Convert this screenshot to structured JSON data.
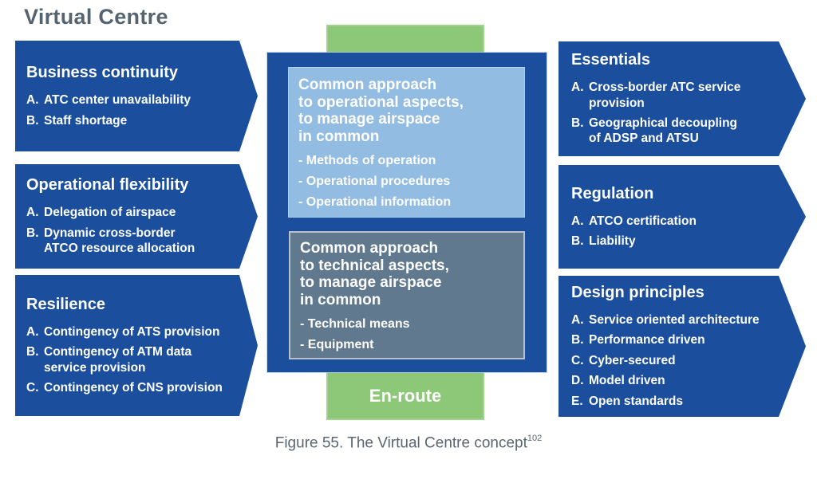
{
  "title": "Virtual Centre",
  "colors": {
    "dark_blue": "#1B4F9E",
    "light_blue": "#93BCE3",
    "slate_gray": "#61798E",
    "green": "#8CC878",
    "heading_gray": "#566470",
    "caption_gray": "#5A6672",
    "text_white": "#FFFFFF"
  },
  "left_column": [
    {
      "title": "Business continuity",
      "items": [
        {
          "label": "A.",
          "text": "ATC center unavailability"
        },
        {
          "label": "B.",
          "text": "Staff shortage"
        }
      ]
    },
    {
      "title": "Operational flexibility",
      "items": [
        {
          "label": "A.",
          "text": "Delegation of airspace"
        },
        {
          "label": "B.",
          "text": "Dynamic cross-border\nATCO resource allocation"
        }
      ]
    },
    {
      "title": "Resilience",
      "items": [
        {
          "label": "A.",
          "text": "Contingency of ATS provision"
        },
        {
          "label": "B.",
          "text": "Contingency of ATM data\nservice provision"
        },
        {
          "label": "C.",
          "text": "Contingency of CNS provision"
        }
      ]
    }
  ],
  "right_column": [
    {
      "title": "Essentials",
      "items": [
        {
          "label": "A.",
          "text": "Cross-border ATC service\nprovision"
        },
        {
          "label": "B.",
          "text": "Geographical decoupling\nof ADSP and ATSU"
        }
      ]
    },
    {
      "title": "Regulation",
      "items": [
        {
          "label": "A.",
          "text": "ATCO certification"
        },
        {
          "label": "B.",
          "text": "Liability"
        }
      ]
    },
    {
      "title": "Design principles",
      "items": [
        {
          "label": "A.",
          "text": "Service oriented architecture"
        },
        {
          "label": "B.",
          "text": "Performance driven"
        },
        {
          "label": "C.",
          "text": "Cyber-secured"
        },
        {
          "label": "D.",
          "text": "Model driven"
        },
        {
          "label": "E.",
          "text": "Open standards"
        }
      ]
    }
  ],
  "center": {
    "operational_box": {
      "heading_lines": [
        "Common approach",
        "to operational aspects,",
        "to manage airspace",
        "in common"
      ],
      "bullets": [
        "- Methods of operation",
        "- Operational procedures",
        "- Operational information"
      ]
    },
    "technical_box": {
      "heading_lines": [
        "Common approach",
        "to technical aspects,",
        "to manage airspace",
        "in common"
      ],
      "bullets": [
        "- Technical means",
        "- Equipment"
      ]
    },
    "en_route_label": "En-route"
  },
  "caption": {
    "text": "Figure 55. The Virtual Centre concept",
    "superscript": "102"
  }
}
